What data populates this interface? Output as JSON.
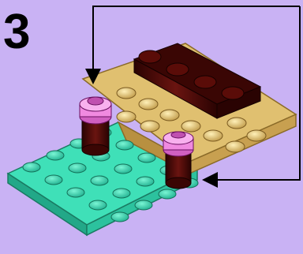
{
  "step": {
    "number": "3"
  },
  "colors": {
    "background": "#c9b2f4",
    "plate_teal": "#3fe0b8",
    "plate_tan": "#e0c070",
    "dark_red_brick": "#4a0a08",
    "pink_cone": "#f08ae0",
    "callout_line": "#000000"
  },
  "illustration": {
    "subject": "brick-assembly-step",
    "callouts": [
      "arrow-down-to-left-cone",
      "arrow-left-to-right-cone"
    ]
  }
}
